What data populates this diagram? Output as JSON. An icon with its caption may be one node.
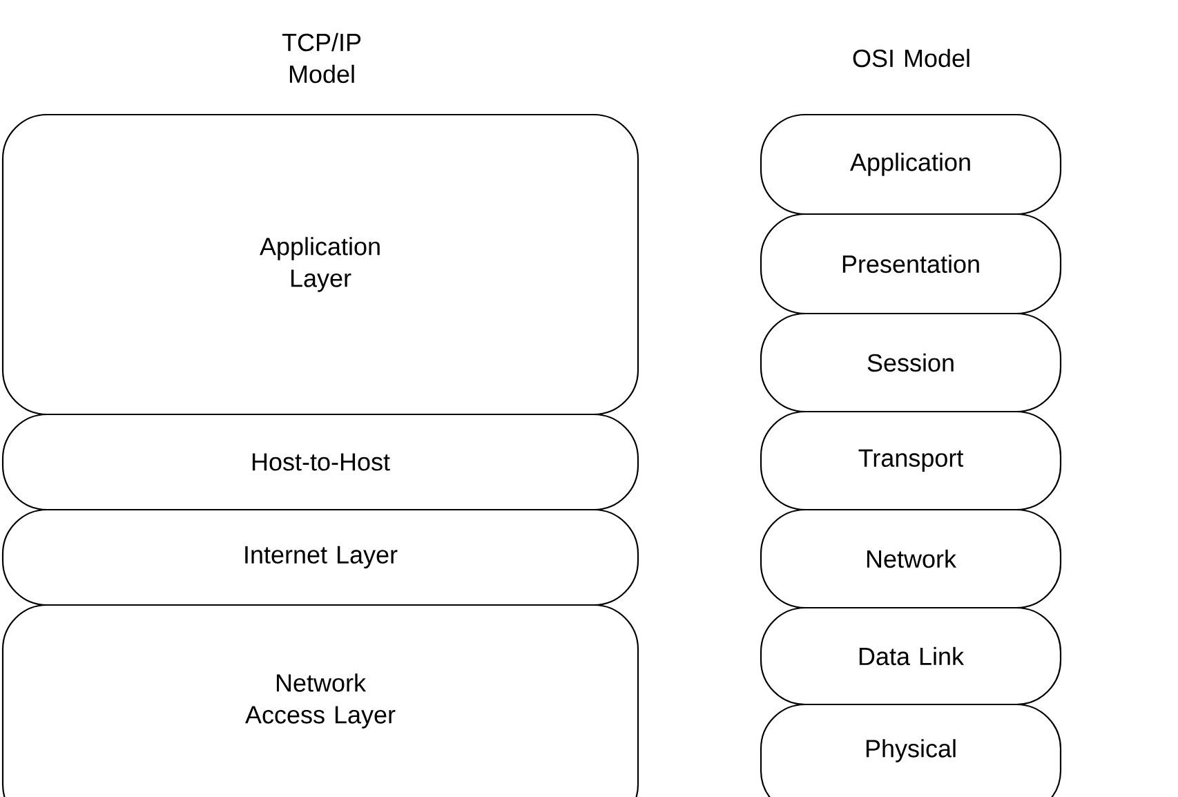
{
  "diagram": {
    "nodes": [
      {
        "text": [
          "Application Layer"
        ]
      },
      {
        "text": [
          "Host-to-Host"
        ]
      },
      {
        "text": [
          "Internet Layer"
        ]
      },
      {
        "text": [
          "Network Access Layer"
        ]
      },
      {
        "text": [
          "Application"
        ]
      },
      {
        "text": [
          "Presentation"
        ]
      },
      {
        "text": [
          "Session"
        ]
      },
      {
        "text": [
          "Transport"
        ]
      },
      {
        "text": [
          "Network"
        ]
      },
      {
        "text": [
          "Data Link"
        ]
      },
      {
        "text": [
          "Physical"
        ]
      }
    ],
    "labels": [
      "TCP/IP Model",
      "OSI Model"
    ]
  }
}
